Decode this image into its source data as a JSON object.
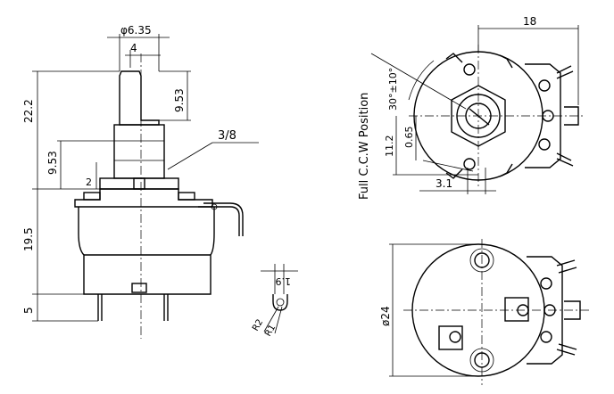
{
  "drawing": {
    "dimensions": {
      "shaft_diameter": "φ6.35",
      "shaft_flat": "4",
      "shaft_flat_length": "9.53",
      "total_height": "22.2",
      "bushing_length": "9.53",
      "thread": "3/8",
      "washer": "2",
      "body_height": "19.5",
      "terminal_length": "5",
      "terminal_hole_width": "1.9",
      "terminal_radius_2": "R2",
      "terminal_radius_1": "R1",
      "top_width": "18",
      "rotation_angle": "30°±10°",
      "top_height_1": "11.2",
      "top_height_2": "0.65",
      "top_offset": "3.1",
      "rotation_position": "Full C.C.W Position",
      "body_diameter": "ø24"
    }
  }
}
